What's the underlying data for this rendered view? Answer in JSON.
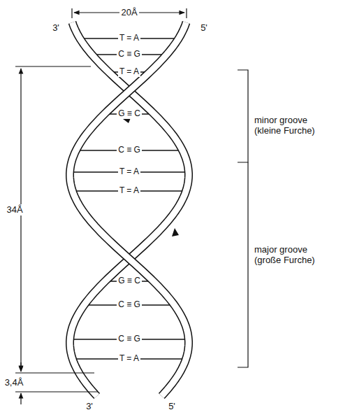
{
  "diagram": {
    "labels": [
      "20Å",
      "3'",
      "5'",
      "T = A",
      "C ≡ G",
      "T = A",
      "minor groove (kleine Furche)",
      "G ≡ C",
      "C ≡ G",
      "34Å",
      "T = A",
      "T = A",
      "major groove (große Furche)",
      "G ≡ C",
      "C ≡ G",
      "3,4Å",
      "C ≡ G",
      "T = A",
      "3'",
      "5'"
    ]
  }
}
